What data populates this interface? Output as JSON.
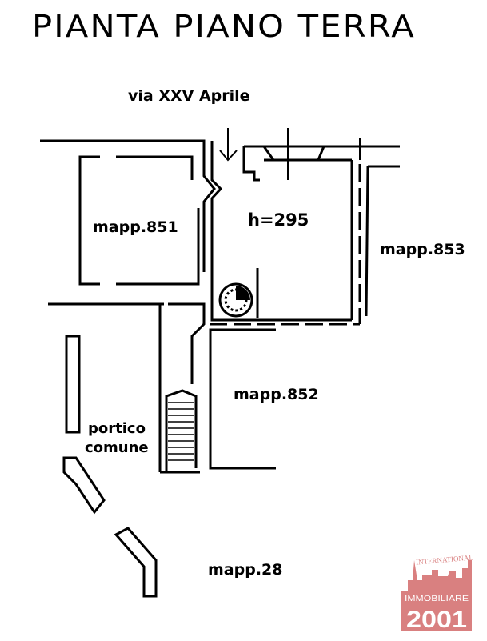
{
  "title": "PIANTA PIANO TERRA",
  "street": "via XXV Aprile",
  "labels": {
    "height": "h=295",
    "mapp851": "mapp.851",
    "mapp853": "mapp.853",
    "mapp852": "mapp.852",
    "portico_line1": "portico",
    "portico_line2": "comune",
    "mapp28": "mapp.28"
  },
  "logo": {
    "top": "INTERNATIONAL",
    "middle": "IMMOBILIARE",
    "bottom": "2001",
    "color": "#d98080"
  }
}
